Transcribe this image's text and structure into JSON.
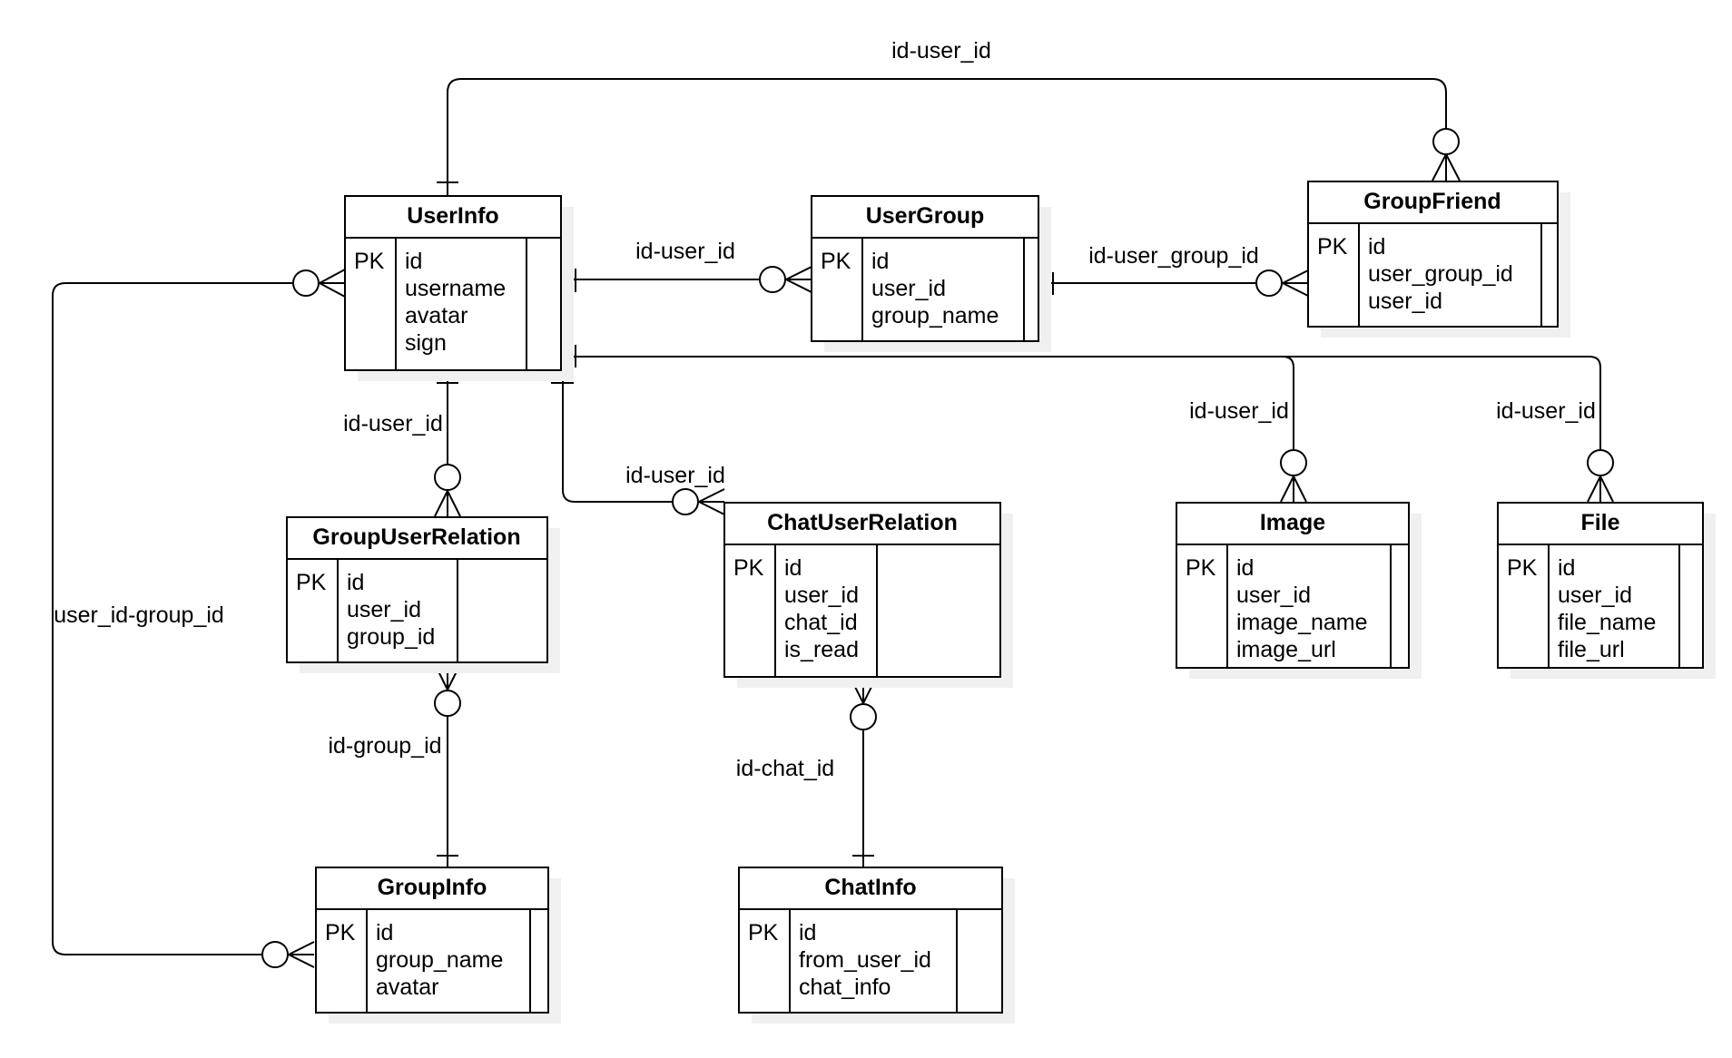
{
  "entities": [
    {
      "title": "UserInfo",
      "pk": "PK",
      "fields": [
        "id",
        "username",
        "avatar",
        "sign"
      ]
    },
    {
      "title": "UserGroup",
      "pk": "PK",
      "fields": [
        "id",
        "user_id",
        "group_name"
      ]
    },
    {
      "title": "GroupFriend",
      "pk": "PK",
      "fields": [
        "id",
        "user_group_id",
        "user_id"
      ]
    },
    {
      "title": "GroupUserRelation",
      "pk": "PK",
      "fields": [
        "id",
        "user_id",
        "group_id"
      ]
    },
    {
      "title": "ChatUserRelation",
      "pk": "PK",
      "fields": [
        "id",
        "user_id",
        "chat_id",
        "is_read"
      ]
    },
    {
      "title": "Image",
      "pk": "PK",
      "fields": [
        "id",
        "user_id",
        "image_name",
        "image_url"
      ]
    },
    {
      "title": "File",
      "pk": "PK",
      "fields": [
        "id",
        "user_id",
        "file_name",
        "file_url"
      ]
    },
    {
      "title": "GroupInfo",
      "pk": "PK",
      "fields": [
        "id",
        "group_name",
        "avatar"
      ]
    },
    {
      "title": "ChatInfo",
      "pk": "PK",
      "fields": [
        "id",
        "from_user_id",
        "chat_info"
      ]
    }
  ],
  "relations": [
    {
      "label": "id-user_id",
      "from": "UserInfo",
      "to": "GroupFriend"
    },
    {
      "label": "id-user_id",
      "from": "UserInfo",
      "to": "UserGroup"
    },
    {
      "label": "id-user_group_id",
      "from": "UserGroup",
      "to": "GroupFriend"
    },
    {
      "label": "id-user_id",
      "from": "UserInfo",
      "to": "GroupUserRelation"
    },
    {
      "label": "id-user_id",
      "from": "UserInfo",
      "to": "ChatUserRelation"
    },
    {
      "label": "id-user_id",
      "from": "UserInfo",
      "to": "Image"
    },
    {
      "label": "id-user_id",
      "from": "UserInfo",
      "to": "File"
    },
    {
      "label": "user_id-group_id",
      "from": "UserInfo",
      "to": "GroupInfo"
    },
    {
      "label": "id-group_id",
      "from": "GroupInfo",
      "to": "GroupUserRelation"
    },
    {
      "label": "id-chat_id",
      "from": "ChatInfo",
      "to": "ChatUserRelation"
    }
  ]
}
